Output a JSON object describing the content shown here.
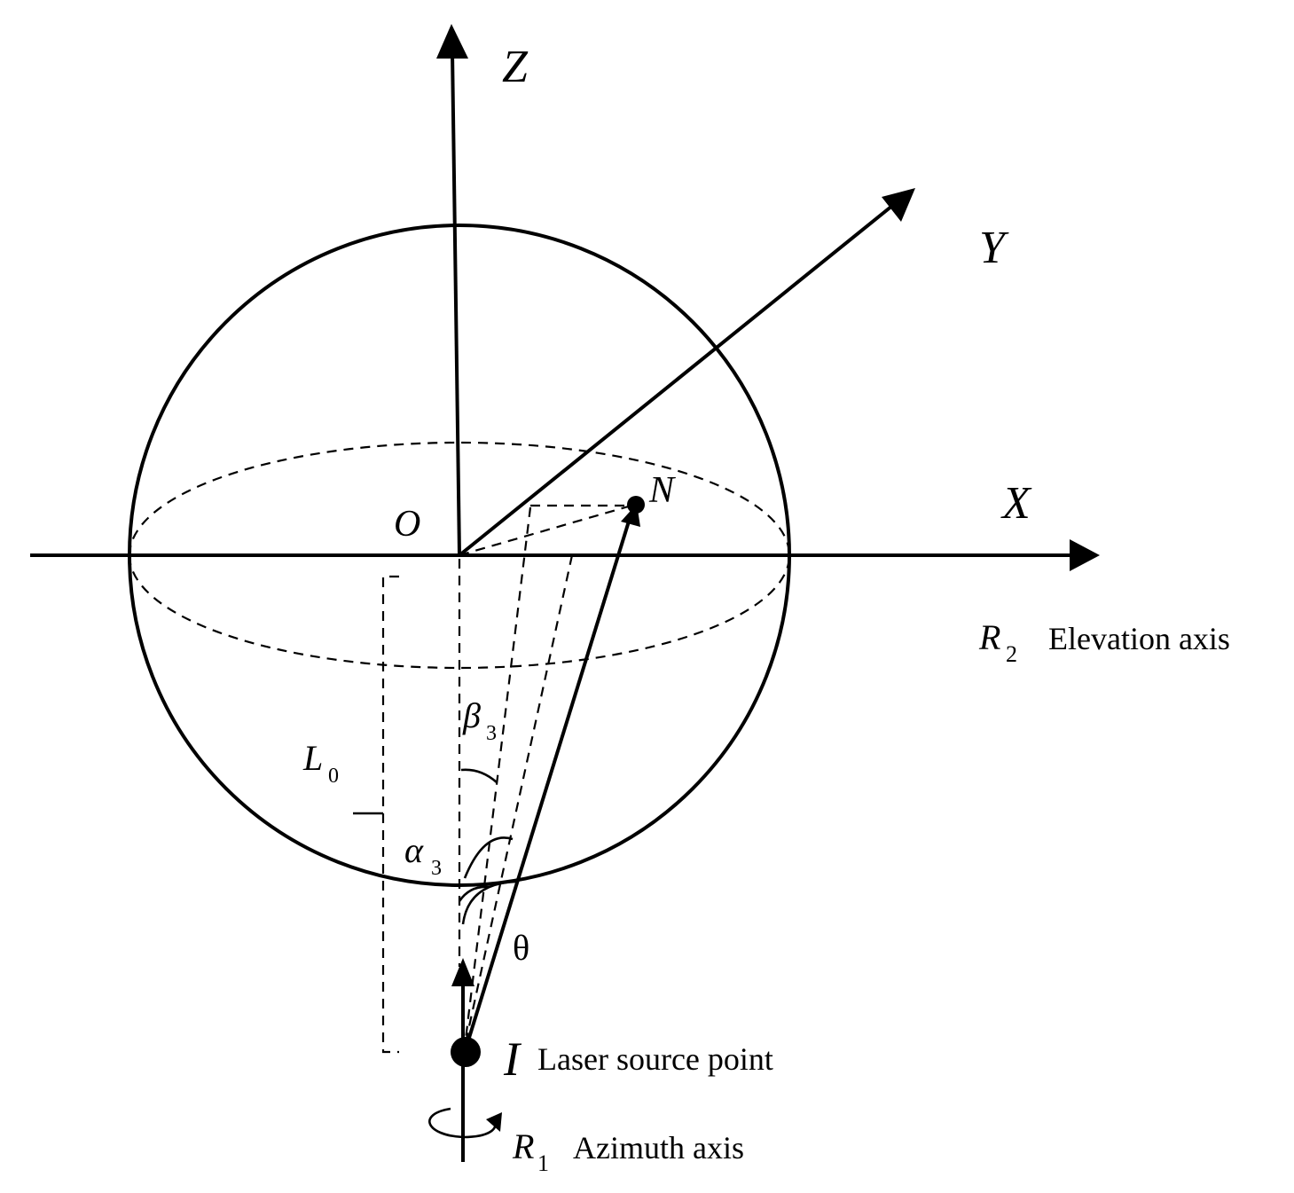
{
  "diagram": {
    "axes": {
      "z": "Z",
      "y": "Y",
      "x": "X"
    },
    "origin": "O",
    "point_n": "N",
    "elevation_axis": {
      "symbol": "R",
      "subscript": "2",
      "text": "Elevation axis"
    },
    "laser_source": {
      "symbol": "I",
      "text": "Laser source point"
    },
    "azimuth_axis": {
      "symbol": "R",
      "subscript": "1",
      "text": "Azimuth axis"
    },
    "length_label": {
      "symbol": "L",
      "subscript": "0"
    },
    "beta_label": {
      "symbol": "β",
      "subscript": "3"
    },
    "alpha_label": {
      "symbol": "α",
      "subscript": "3"
    },
    "theta_label": "θ"
  },
  "colors": {
    "stroke": "#000000",
    "background": "#ffffff"
  }
}
